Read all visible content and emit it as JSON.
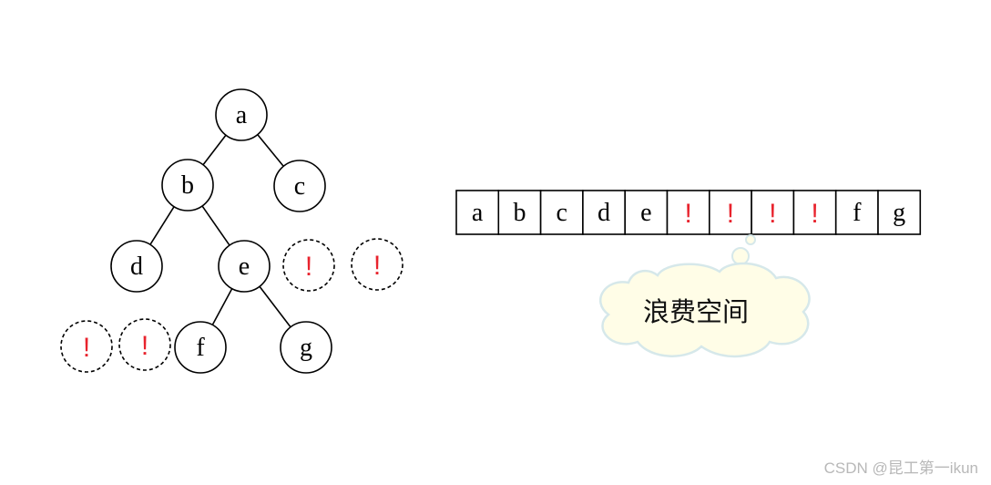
{
  "tree": {
    "nodes": [
      {
        "id": "a",
        "label": "a",
        "kind": "filled"
      },
      {
        "id": "b",
        "label": "b",
        "kind": "filled"
      },
      {
        "id": "c",
        "label": "c",
        "kind": "filled"
      },
      {
        "id": "d",
        "label": "d",
        "kind": "filled"
      },
      {
        "id": "e",
        "label": "e",
        "kind": "filled"
      },
      {
        "id": "f",
        "label": "f",
        "kind": "filled"
      },
      {
        "id": "g",
        "label": "g",
        "kind": "filled"
      },
      {
        "id": "x1",
        "label": "!",
        "kind": "empty"
      },
      {
        "id": "x2",
        "label": "!",
        "kind": "empty"
      },
      {
        "id": "x3",
        "label": "!",
        "kind": "empty"
      },
      {
        "id": "x4",
        "label": "!",
        "kind": "empty"
      }
    ],
    "edges": [
      [
        "a",
        "b"
      ],
      [
        "a",
        "c"
      ],
      [
        "b",
        "d"
      ],
      [
        "b",
        "e"
      ],
      [
        "e",
        "f"
      ],
      [
        "e",
        "g"
      ]
    ]
  },
  "array": {
    "cells": [
      "a",
      "b",
      "c",
      "d",
      "e",
      "!",
      "!",
      "!",
      "!",
      "f",
      "g"
    ]
  },
  "callout": {
    "text": "浪费空间",
    "fill": "#fffde7",
    "stroke": "#d6e8ea"
  },
  "watermark": "CSDN @昆工第一ikun",
  "colors": {
    "empty_marker": "#e8232d",
    "line": "#000000"
  }
}
